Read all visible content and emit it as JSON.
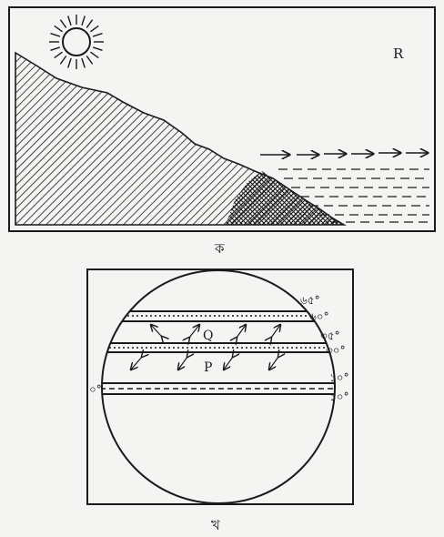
{
  "figure_a": {
    "caption": "ক",
    "point_label": "R"
  },
  "figure_b": {
    "caption": "খ",
    "zone_labels": [
      "Q",
      "P"
    ],
    "lat_right": [
      "৬৫°",
      "৬০°",
      "৩৫°",
      "৩০°",
      "১০°",
      "১০°"
    ],
    "lat_left": "০°"
  },
  "colors": {
    "ink": "#1a1a1a",
    "paper": "#f4f4f2"
  }
}
